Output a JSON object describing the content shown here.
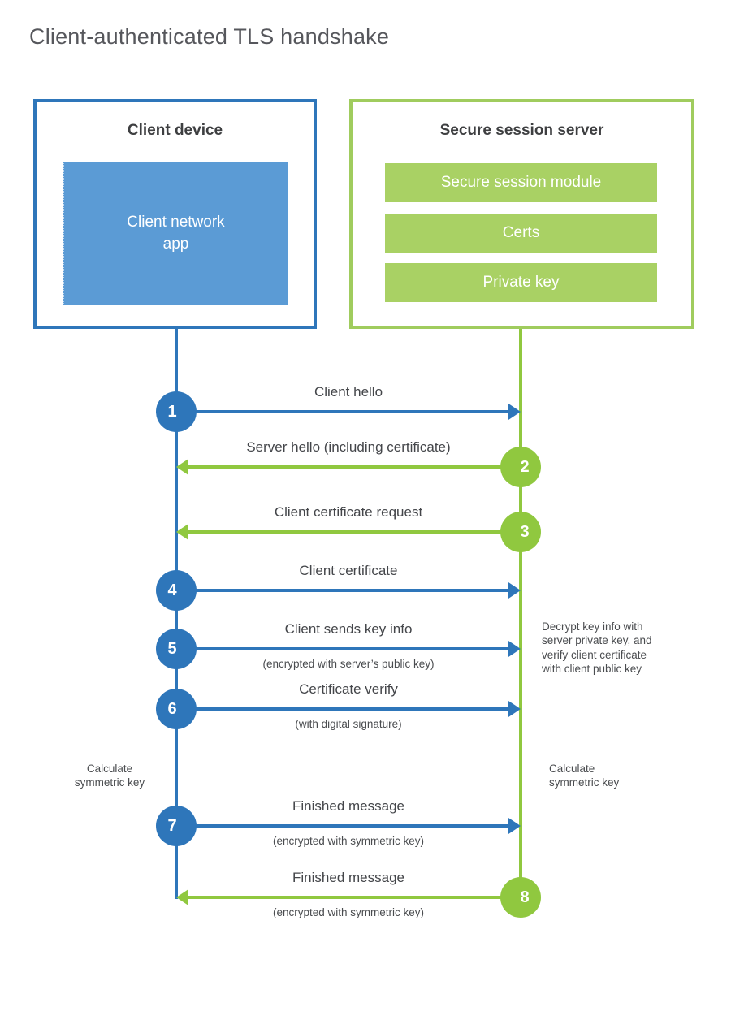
{
  "title": "Client-authenticated TLS handshake",
  "colors": {
    "blue": "#2e76ba",
    "blue-fill": "#5b9bd5",
    "green": "#90c83f",
    "green-border": "#a0cc5e",
    "green-fill": "#a9d164",
    "title-gray": "#56575c",
    "heading-dark": "#3e3f41",
    "label-dark": "#44464a",
    "note-gray": "#4a4c4f"
  },
  "client": {
    "title": "Client device",
    "app_label": "Client network\napp"
  },
  "server": {
    "title": "Secure session server",
    "modules": [
      "Secure session module",
      "Certs",
      "Private key"
    ]
  },
  "messages": [
    {
      "num": "1",
      "label": "Client hello"
    },
    {
      "num": "2",
      "label": "Server hello (including certificate)"
    },
    {
      "num": "3",
      "label": "Client certificate request"
    },
    {
      "num": "4",
      "label": "Client certificate"
    },
    {
      "num": "5",
      "label": "Client sends key info",
      "sub": "(encrypted with server’s public key)"
    },
    {
      "num": "6",
      "label": "Certificate verify",
      "sub": "(with digital signature)"
    },
    {
      "num": "7",
      "label": "Finished message",
      "sub": "(encrypted with symmetric key)"
    },
    {
      "num": "8",
      "label": "Finished message",
      "sub": "(encrypted with symmetric key)"
    }
  ],
  "notes": {
    "decrypt": "Decrypt key info with\nserver private key, and\nverify client certificate\nwith client public key",
    "calc_left": "Calculate\nsymmetric key",
    "calc_right": "Calculate\nsymmetric key"
  }
}
